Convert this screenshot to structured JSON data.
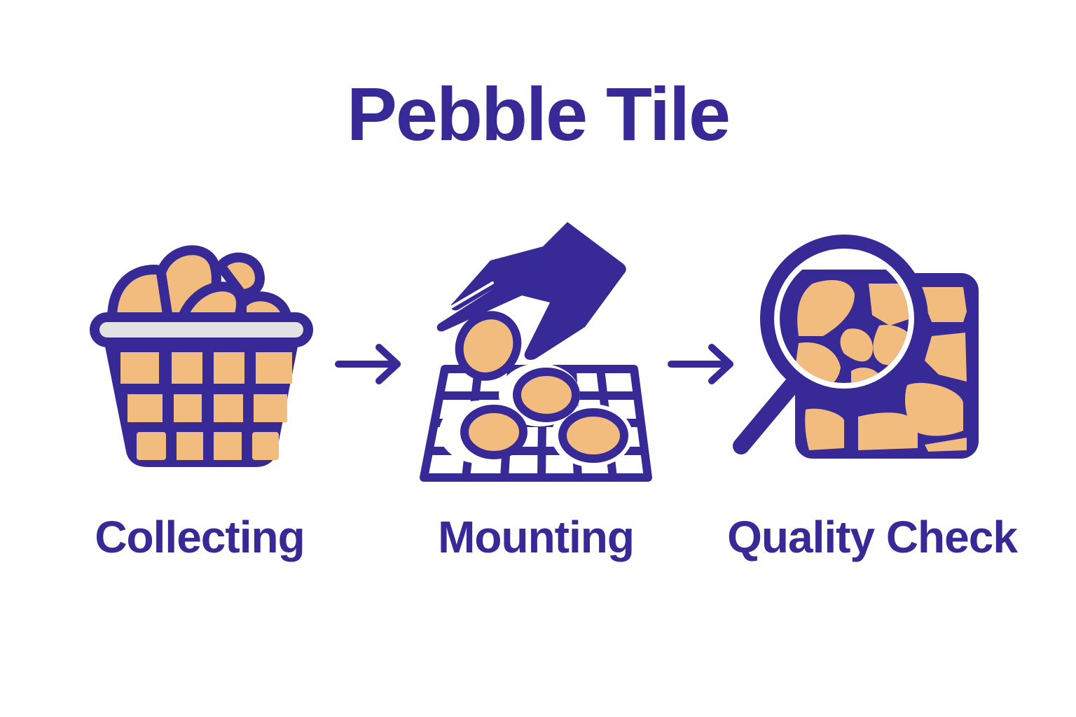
{
  "title": "Pebble Tile",
  "colors": {
    "primary": "#372a96",
    "pebble": "#f2bc7f",
    "rim": "#e2e2e2",
    "background": "#ffffff"
  },
  "steps": [
    {
      "label": "Collecting",
      "icon": "basket-of-pebbles-icon"
    },
    {
      "label": "Mounting",
      "icon": "hand-placing-pebbles-on-mesh-icon"
    },
    {
      "label": "Quality Check",
      "icon": "magnifier-over-pebble-tile-icon"
    }
  ],
  "connectors": [
    {
      "from": "Collecting",
      "to": "Mounting",
      "icon": "arrow-right-icon"
    },
    {
      "from": "Mounting",
      "to": "Quality Check",
      "icon": "arrow-right-icon"
    }
  ]
}
